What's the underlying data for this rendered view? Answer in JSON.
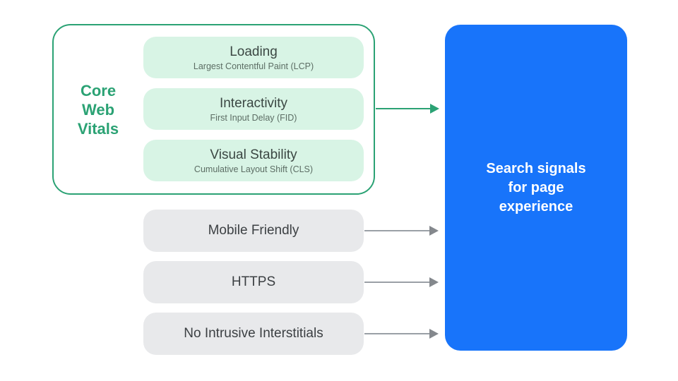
{
  "colors": {
    "green": "#2ba274",
    "green_light": "#d8f4e5",
    "blue": "#1874fa",
    "gray_box": "#e8e9eb",
    "dark_text": "#3c4043",
    "subtitle_text": "#5c6d64",
    "arrow_gray": "#9aa0a6",
    "white": "#ffffff"
  },
  "core_web_vitals": {
    "label_lines": [
      "Core",
      "Web",
      "Vitals"
    ],
    "items": [
      {
        "title": "Loading",
        "subtitle": "Largest Contentful Paint (LCP)"
      },
      {
        "title": "Interactivity",
        "subtitle": "First Input Delay (FID)"
      },
      {
        "title": "Visual Stability",
        "subtitle": "Cumulative Layout Shift (CLS)"
      }
    ]
  },
  "other_signals": [
    {
      "label": "Mobile Friendly"
    },
    {
      "label": "HTTPS"
    },
    {
      "label": "No Intrusive Interstitials"
    }
  ],
  "result_box": {
    "lines": [
      "Search signals",
      "for page",
      "experience"
    ]
  }
}
